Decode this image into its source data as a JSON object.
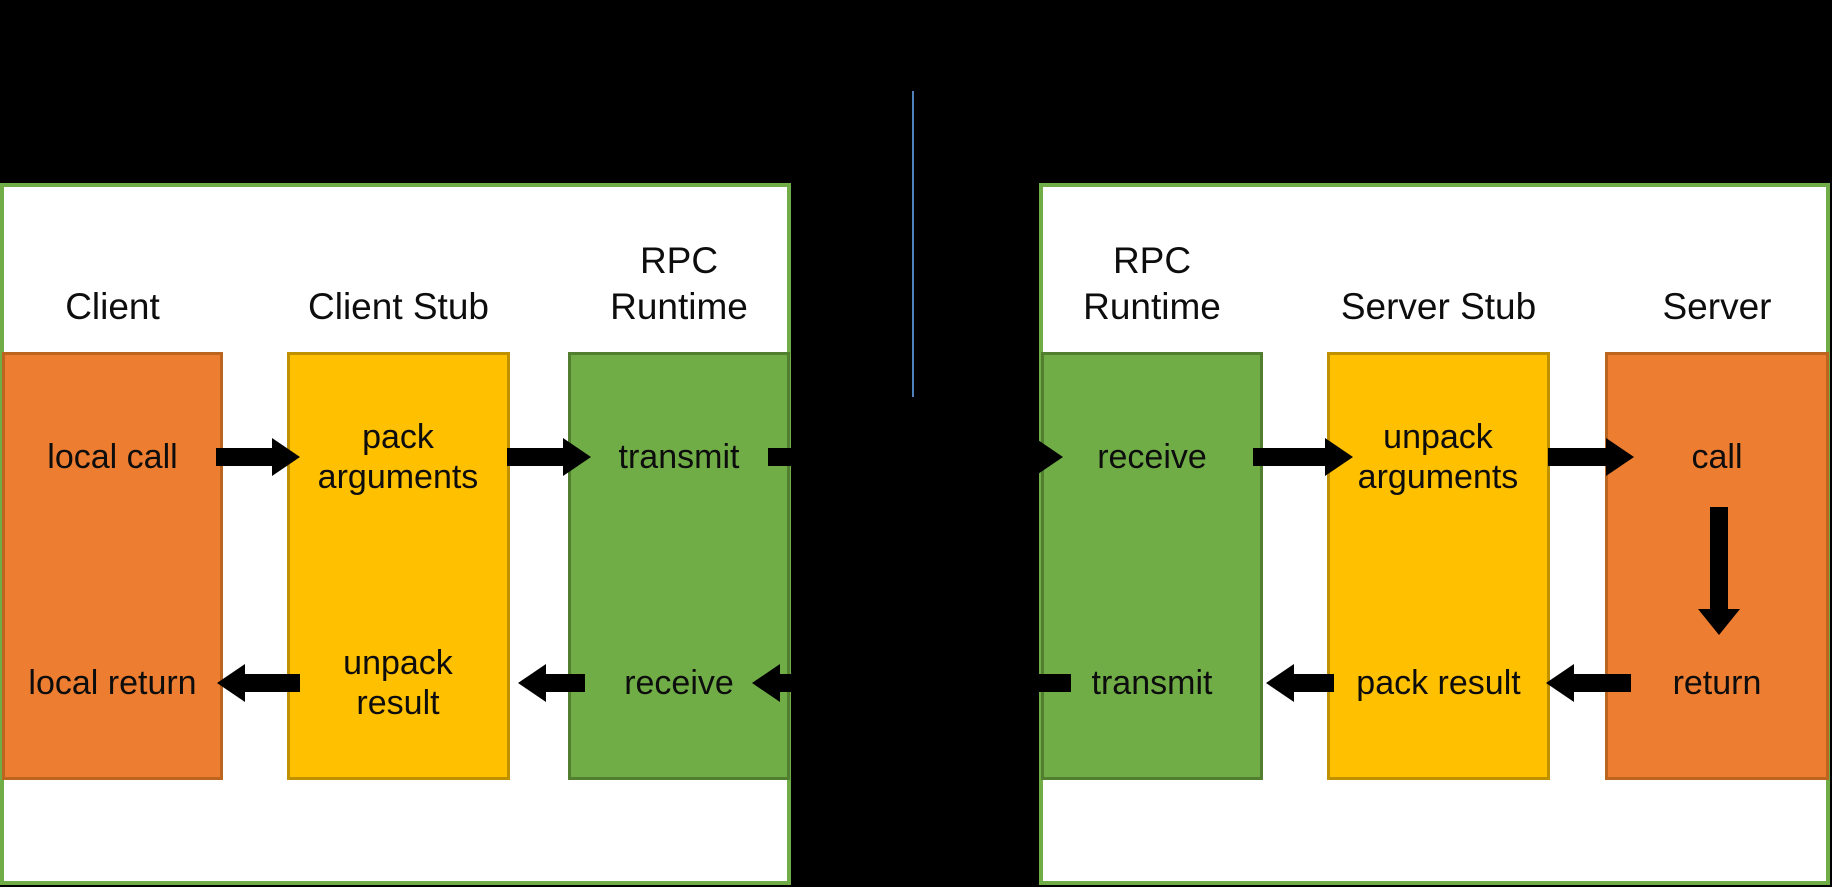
{
  "diagram": {
    "left_machine": {
      "columns": [
        {
          "label": "Client",
          "top_action": "local call",
          "bottom_action": "local return"
        },
        {
          "label": "Client Stub",
          "top_action": "pack arguments",
          "bottom_action": "unpack result"
        },
        {
          "label": "RPC Runtime",
          "top_action": "transmit",
          "bottom_action": "receive"
        }
      ]
    },
    "right_machine": {
      "columns": [
        {
          "label": "RPC Runtime",
          "top_action": "receive",
          "bottom_action": "transmit"
        },
        {
          "label": "Server Stub",
          "top_action": "unpack arguments",
          "bottom_action": "pack result"
        },
        {
          "label": "Server",
          "top_action": "call",
          "bottom_action": "return"
        }
      ]
    },
    "colors": {
      "background": "#000000",
      "text": "#0d0d0d",
      "machine_border": "#70AD47",
      "client_server_fill": "#ED7D31",
      "client_server_stroke": "#BC651E",
      "stub_fill": "#FFC000",
      "stub_stroke": "#BF9000",
      "runtime_fill": "#70AD47",
      "runtime_stroke": "#527E30",
      "network_line": "#4F81BD",
      "arrow": "#000000"
    },
    "icons": {
      "flow_arrow_right": "css-triangle-right",
      "flow_arrow_left": "css-triangle-left",
      "flow_arrow_down": "css-triangle-down",
      "network_callout_line": "vertical-line"
    }
  }
}
